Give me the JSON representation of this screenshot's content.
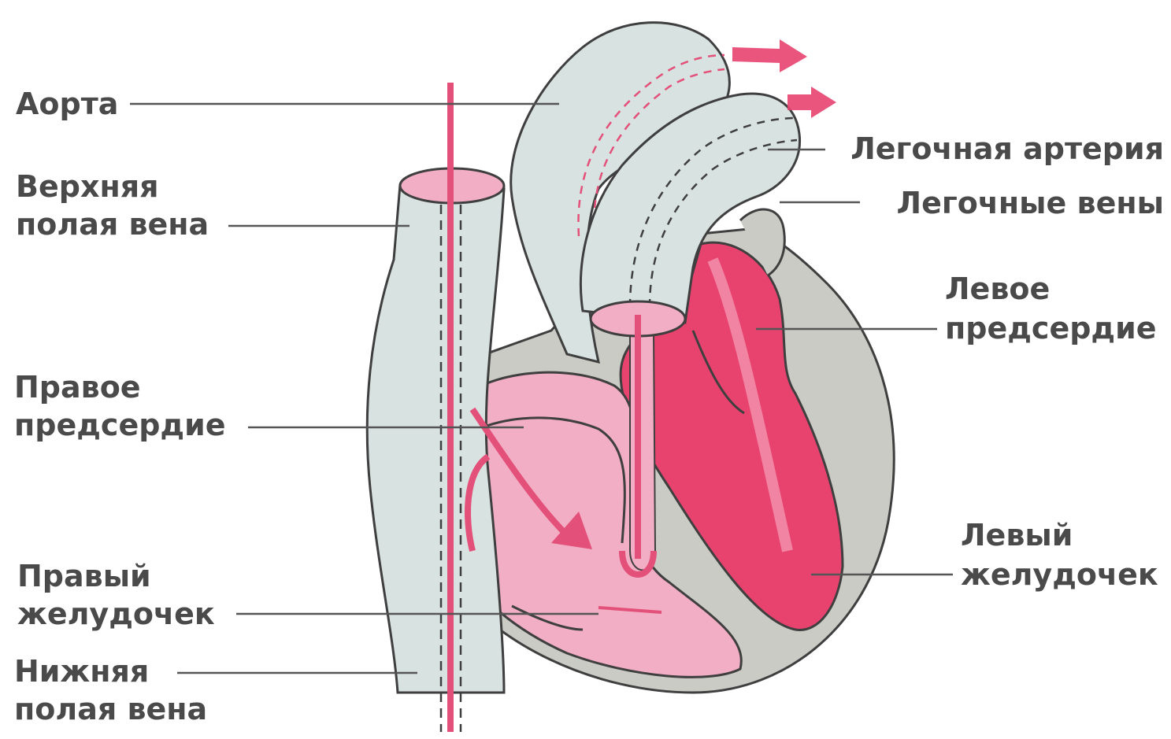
{
  "labels": {
    "aorta": "Аорта",
    "superior_vena_cava": [
      "Верхняя",
      "полая вена"
    ],
    "right_atrium": [
      "Правое",
      "предсердие"
    ],
    "right_ventricle": [
      "Правый",
      "желудочек"
    ],
    "inferior_vena_cava": [
      "Нижняя",
      "полая вена"
    ],
    "pulmonary_artery": "Легочная артерия",
    "pulmonary_veins": "Легочные вены",
    "left_atrium": [
      "Левое",
      "предсердие"
    ],
    "left_ventricle": [
      "Левый",
      "желудочек"
    ]
  },
  "colors": {
    "vessel_fill": "#d8e2e0",
    "wall_fill": "#c9cbc4",
    "right_chamber": "#f2aec4",
    "left_chamber": "#e8436f",
    "blood_line": "#e3507a",
    "outline": "#3f3f3f",
    "label_text": "#4a4a4a"
  }
}
